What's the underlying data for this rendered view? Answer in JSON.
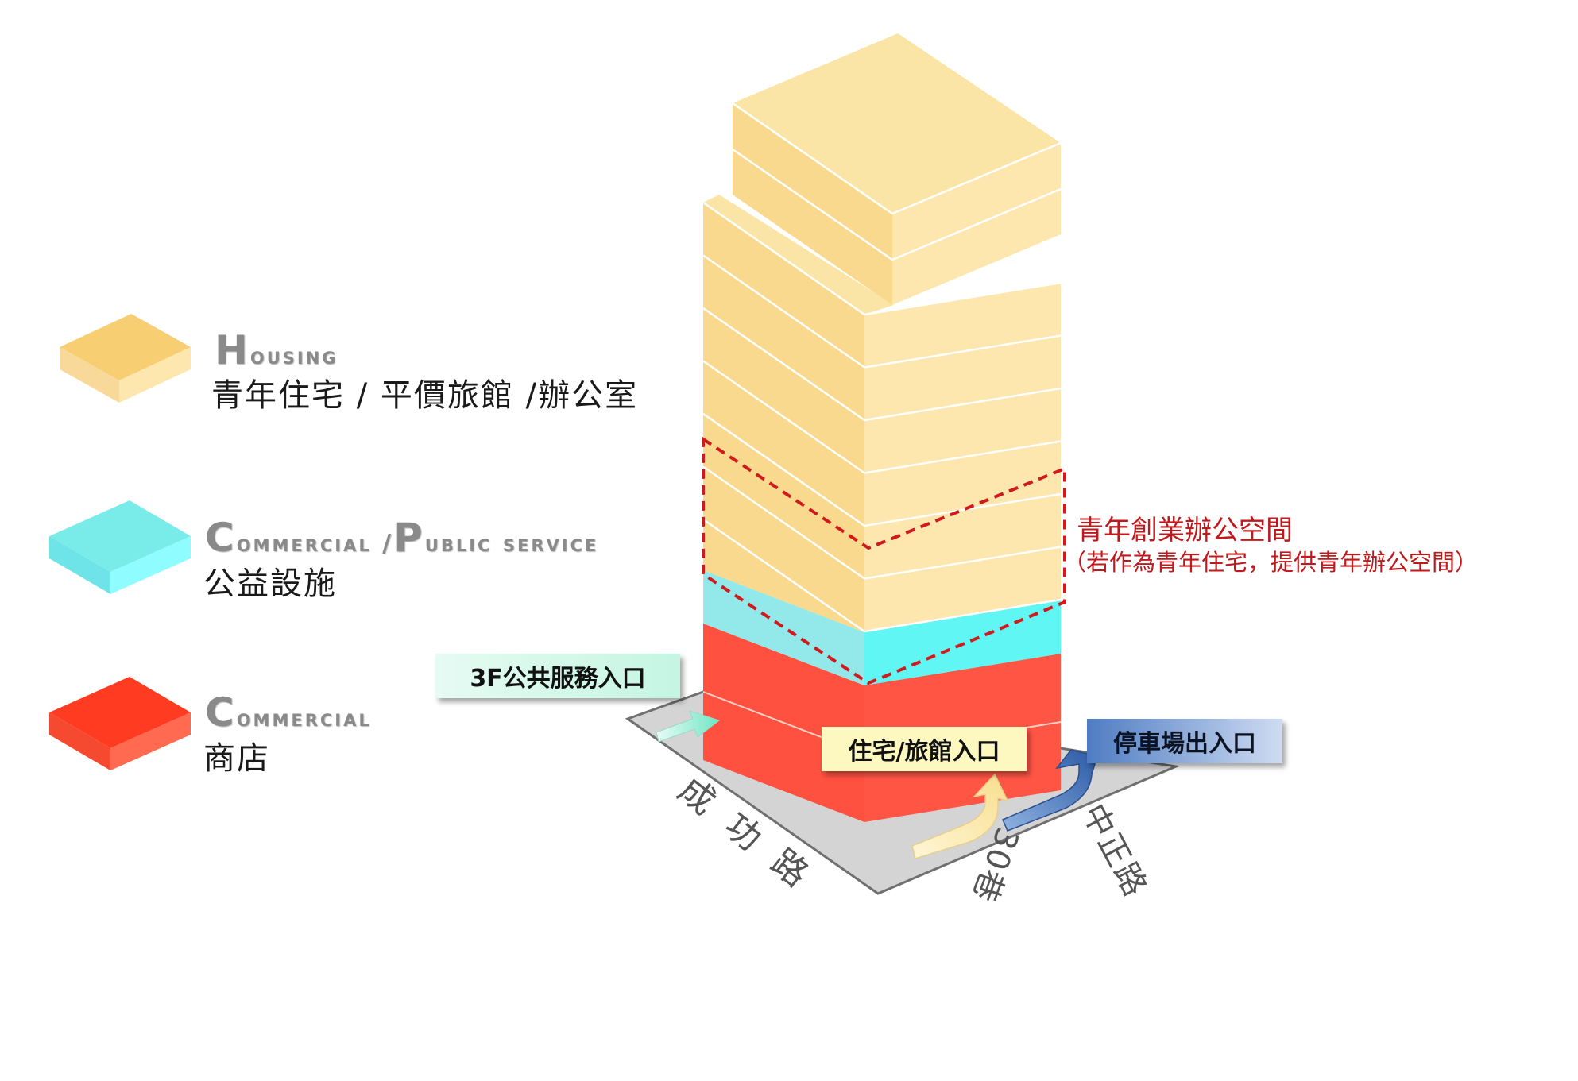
{
  "legend": [
    {
      "en_cap": "H",
      "en_rest": "ousing",
      "zh": "青年住宅 / 平價旅館 /辦公室",
      "color": "#f7cf72"
    },
    {
      "en_cap": "C",
      "en_rest": "ommercial /",
      "en_cap2": "P",
      "en_rest2": "ublic service",
      "zh": "公益設施",
      "color": "#79ebe8"
    },
    {
      "en_cap": "C",
      "en_rest": "ommercial",
      "zh": "商店",
      "color": "#ff3c22"
    }
  ],
  "annotation": {
    "title": "青年創業辦公空間",
    "subtitle": "（若作為青年住宅，提供青年辦公空間）"
  },
  "labels": {
    "public_entrance": "3F公共服務入口",
    "housing_entrance": "住宅/旅館入口",
    "parking_entrance": "停車場出入口"
  },
  "roads": {
    "main": "成功路",
    "side_a": "中正路",
    "side_b": "30巷"
  },
  "colors": {
    "housing_top": "#fbe5a6",
    "housing_front": "#f9d98d",
    "housing_side": "#fde7ae",
    "public_front": "#93e8ea",
    "public_side": "#5ff6f3",
    "commercial_front": "#ff5040",
    "commercial_side": "#ff5545",
    "ground": "#d4d4d4",
    "annotation": "#c0181b",
    "tag_public": "#d3f8ea",
    "tag_housing": "#fdf7c0",
    "tag_parking": "#5b86c8"
  }
}
